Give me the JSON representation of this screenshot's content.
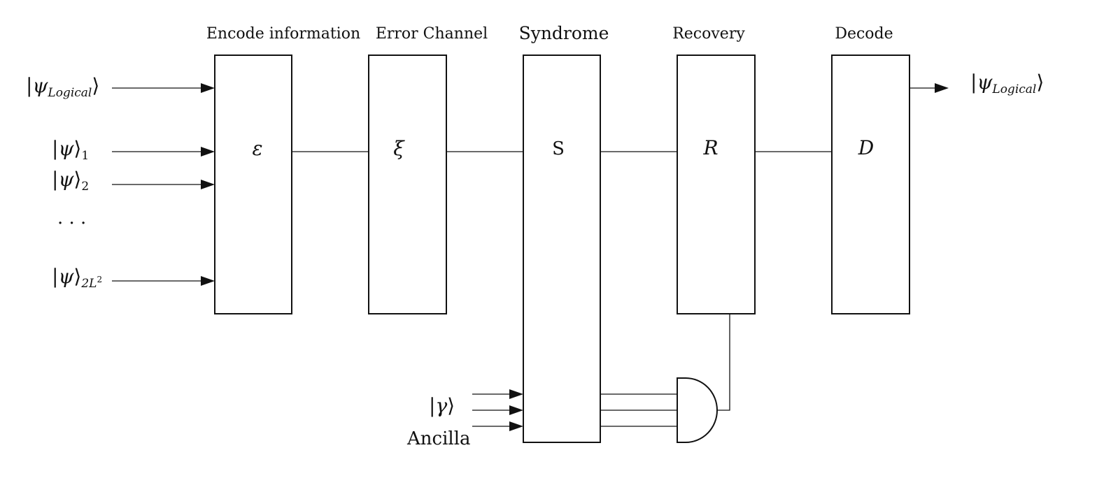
{
  "stages": {
    "encode": {
      "heading": "Encode information",
      "symbol": "ε"
    },
    "error": {
      "heading": "Error Channel",
      "symbol": "ξ"
    },
    "syndrome": {
      "heading": "Syndrome",
      "symbol": "S"
    },
    "recovery": {
      "heading": "Recovery",
      "symbol": "R"
    },
    "decode": {
      "heading": "Decode",
      "symbol": "D"
    }
  },
  "inputs": {
    "logical": {
      "open": "|",
      "psi": "ψ",
      "sub": "Logical",
      "close": "⟩"
    },
    "psi_1": {
      "open": "|",
      "psi": "ψ",
      "close": "⟩",
      "sub": "1"
    },
    "psi_2": {
      "open": "|",
      "psi": "ψ",
      "close": "⟩",
      "sub": "2"
    },
    "ellipsis": "· · ·",
    "psi_last": {
      "open": "|",
      "psi": "ψ",
      "close": "⟩",
      "sub_base": "2L",
      "sub_exp": "2"
    }
  },
  "output": {
    "open": "|",
    "psi": "ψ",
    "sub": "Logical",
    "close": "⟩"
  },
  "ancilla": {
    "ket": {
      "open": "|",
      "gamma": "γ",
      "close": "⟩"
    },
    "label": "Ancilla"
  }
}
